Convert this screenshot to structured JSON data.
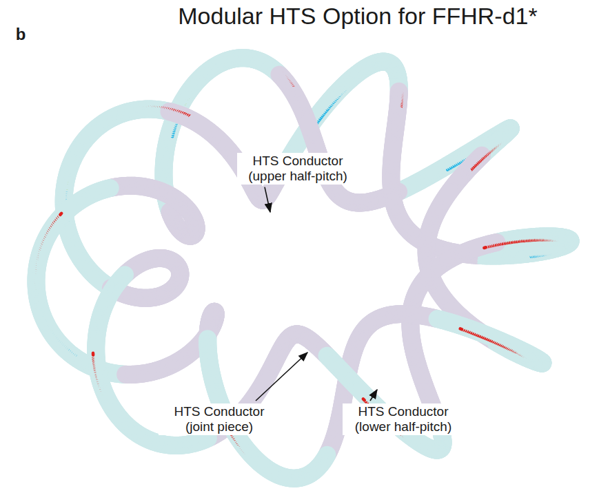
{
  "diagram": {
    "title": "Modular HTS Option for FFHR-d1*",
    "labels": [
      "b",
      "HTS Conductor (upper half-pitch)",
      "HTS Conductor (joint piece)",
      "HTS Conductor (lower half-pitch)"
    ]
  }
}
